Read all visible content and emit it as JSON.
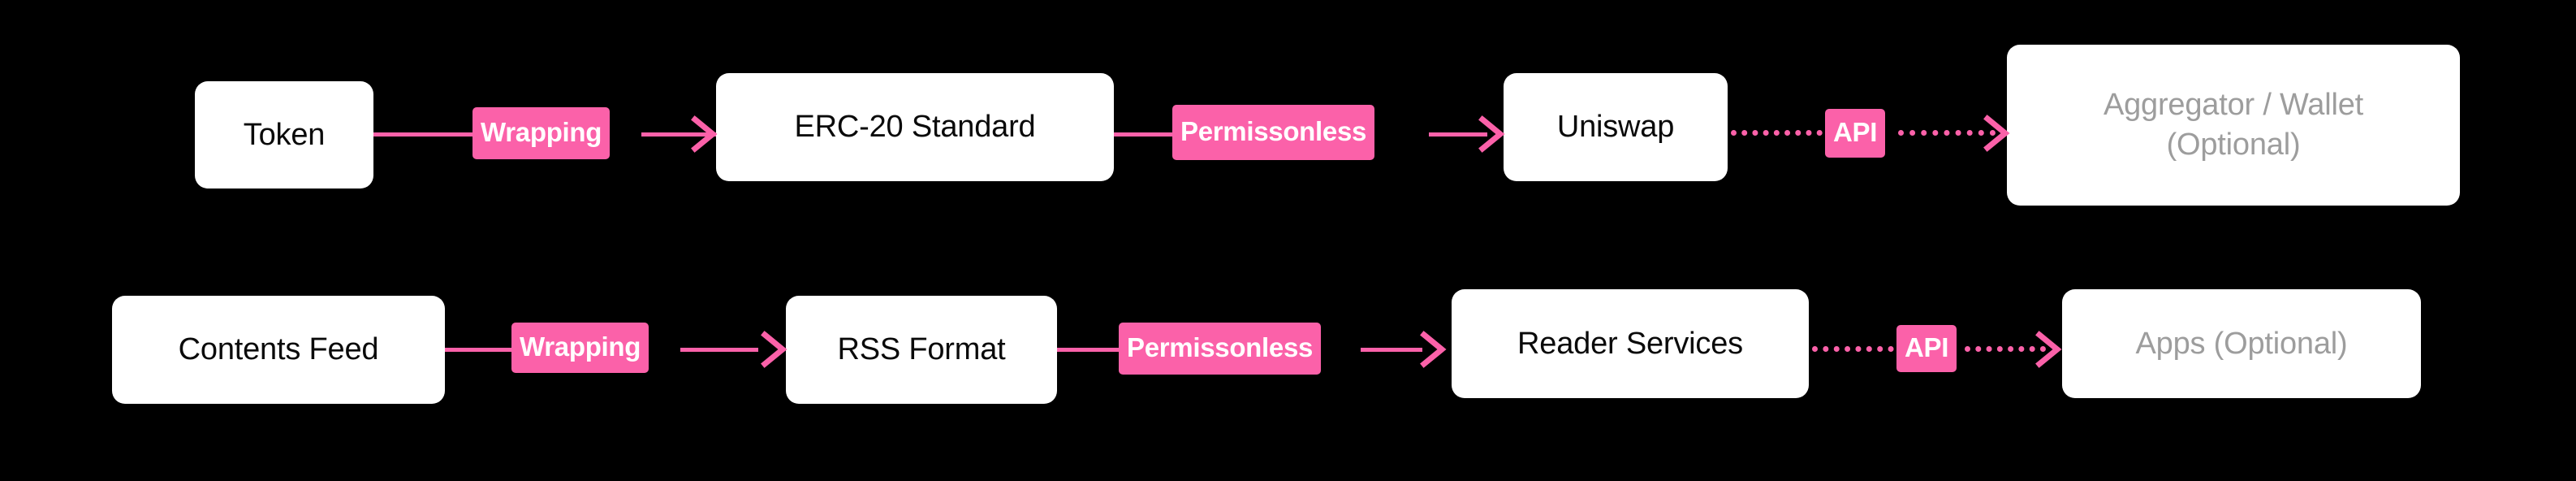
{
  "canvas": {
    "background": "#000000",
    "accent_pink": "#fb61a9",
    "node_fill": "#ffffff",
    "node_text": "#0a0a0a",
    "optional_text": "#9d9d9d"
  },
  "diagram": {
    "type": "flow",
    "rows": [
      {
        "id": "token-row",
        "nodes": [
          {
            "id": "token",
            "label": "Token",
            "optional": false
          },
          {
            "id": "erc20",
            "label": "ERC-20 Standard",
            "optional": false
          },
          {
            "id": "uniswap",
            "label": "Uniswap",
            "optional": false
          },
          {
            "id": "aggregator",
            "label": "Aggregator / Wallet\n(Optional)",
            "optional": true
          }
        ],
        "connectors": [
          {
            "id": "token-to-erc20",
            "label": "Wrapping",
            "style": "solid"
          },
          {
            "id": "erc20-to-uniswap",
            "label": "Permissonless",
            "style": "solid"
          },
          {
            "id": "uniswap-to-aggregator",
            "label": "API",
            "style": "dotted"
          }
        ]
      },
      {
        "id": "feed-row",
        "nodes": [
          {
            "id": "contents-feed",
            "label": "Contents Feed",
            "optional": false
          },
          {
            "id": "rss-format",
            "label": "RSS Format",
            "optional": false
          },
          {
            "id": "reader-services",
            "label": "Reader Services",
            "optional": false
          },
          {
            "id": "apps",
            "label": "Apps (Optional)",
            "optional": true
          }
        ],
        "connectors": [
          {
            "id": "feed-to-rss",
            "label": "Wrapping",
            "style": "solid"
          },
          {
            "id": "rss-to-reader",
            "label": "Permissonless",
            "style": "solid"
          },
          {
            "id": "reader-to-apps",
            "label": "API",
            "style": "dotted"
          }
        ]
      }
    ]
  }
}
